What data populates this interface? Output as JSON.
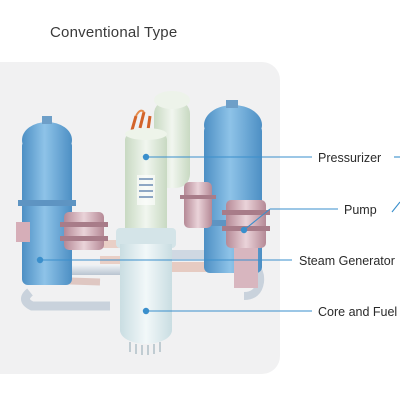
{
  "title": "Conventional Type",
  "labels": {
    "pressurizer": "Pressurizer",
    "pump": "Pump",
    "steam_generator": "Steam Generator",
    "core_and_fuel": "Core and Fuel"
  },
  "colors": {
    "steam_generator_blue": "#6aa9d6",
    "pressurizer_green": "#dfeadb",
    "pump_pink": "#cfa9b3",
    "vessel_pale": "#e1eef0",
    "leader_line": "#3a8fcc",
    "pipe_light": "#d8dfe8"
  }
}
